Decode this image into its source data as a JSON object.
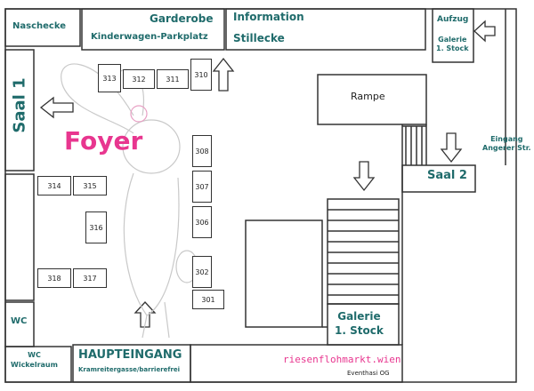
{
  "labels": {
    "naschecke": "Naschecke",
    "garderobe": "Garderobe",
    "kinderwagen": "Kinderwagen-Parkplatz",
    "information": "Information",
    "stillecke": "Stillecke",
    "aufzug": "Aufzug",
    "galerie_top": "Galerie\n1. Stock",
    "saal1": "Saal 1",
    "foyer": "Foyer",
    "rampe": "Rampe",
    "eingang": "Eingang\nAngerer Str.",
    "saal2": "Saal 2",
    "galerie_bottom": "Galerie\n1. Stock",
    "wc": "WC",
    "wc_wickelraum": "WC\nWickelraum",
    "haupteingang": "HAUPTEINGANG",
    "haupt_sub": "Kramreitergasse/barrierefrei",
    "brand": "riesenflohmarkt.wien",
    "company": "Eventhasi OG"
  },
  "tables": [
    {
      "id": "313"
    },
    {
      "id": "312"
    },
    {
      "id": "311"
    },
    {
      "id": "310"
    },
    {
      "id": "308"
    },
    {
      "id": "307"
    },
    {
      "id": "306"
    },
    {
      "id": "302"
    },
    {
      "id": "301"
    },
    {
      "id": "314"
    },
    {
      "id": "315"
    },
    {
      "id": "316"
    },
    {
      "id": "318"
    },
    {
      "id": "317"
    }
  ],
  "colors": {
    "label": "#1f6b6b",
    "accent": "#e8368f",
    "line": "#333333"
  }
}
